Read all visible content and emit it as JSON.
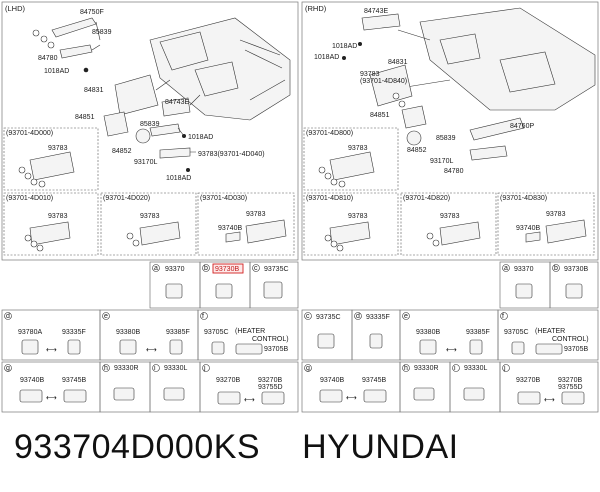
{
  "sections": {
    "left": "(LHD)",
    "right": "(RHD)"
  },
  "lhd": {
    "labels": [
      "84750F",
      "85839",
      "84780",
      "1018AD",
      "84831",
      "84743E",
      "84851",
      "85839",
      "1018AD",
      "84852",
      "93783(93701-4D040)",
      "93170L",
      "1018AD"
    ],
    "groups": [
      {
        "code": "(93701-4D000)",
        "part": "93783"
      },
      {
        "code": "(93701-4D010)",
        "part": "93783"
      },
      {
        "code": "(93701-4D020)",
        "part": "93783"
      },
      {
        "code": "(93701-4D030)",
        "part": "93783",
        "part2": "93740B"
      }
    ]
  },
  "rhd": {
    "labels": [
      "84743E",
      "1018AD",
      "1018AD",
      "84831",
      "93783",
      "(93701-4D840)",
      "84851",
      "85839",
      "84852",
      "84760P",
      "93170L",
      "84780"
    ],
    "groups": [
      {
        "code": "(93701-4D800)",
        "part": "93783"
      },
      {
        "code": "(93701-4D810)",
        "part": "93783"
      },
      {
        "code": "(93701-4D820)",
        "part": "93783"
      },
      {
        "code": "(93701-4D830)",
        "part": "93783",
        "part2": "93740B"
      }
    ]
  },
  "switch_tables": {
    "left": {
      "row1": [
        {
          "letter": "a",
          "part": "93370"
        },
        {
          "letter": "b",
          "part": "93730B",
          "highlighted": true
        },
        {
          "letter": "c",
          "part": "93735C"
        }
      ],
      "row2": [
        {
          "letter": "d",
          "parts": [
            "93780A",
            "93335F"
          ]
        },
        {
          "letter": "e",
          "parts": [
            "93380B",
            "93385F"
          ]
        },
        {
          "letter": "f",
          "parts": [
            "93705C",
            "(HEATER",
            "CONTROL)",
            "93705B"
          ]
        }
      ],
      "row3": [
        {
          "letter": "g",
          "parts": [
            "93740B",
            "93745B"
          ]
        },
        {
          "letter": "h",
          "parts": [
            "93330R"
          ]
        },
        {
          "letter": "i",
          "parts": [
            "93330L"
          ]
        },
        {
          "letter": "j",
          "parts": [
            "93270B",
            "93270B",
            "93755D"
          ]
        }
      ]
    },
    "right": {
      "row1": [
        {
          "letter": "a",
          "part": "93370"
        },
        {
          "letter": "b",
          "part": "93730B"
        }
      ],
      "row2": [
        {
          "letter": "c",
          "parts": [
            "93735C"
          ]
        },
        {
          "letter": "d",
          "parts": [
            "93335F"
          ]
        },
        {
          "letter": "e",
          "parts": [
            "93380B",
            "93385F"
          ]
        },
        {
          "letter": "f",
          "parts": [
            "93705C",
            "(HEATER",
            "CONTROL)",
            "93705B"
          ]
        }
      ],
      "row3": [
        {
          "letter": "g",
          "parts": [
            "93740B",
            "93745B"
          ]
        },
        {
          "letter": "h",
          "parts": [
            "93330R"
          ]
        },
        {
          "letter": "i",
          "parts": [
            "93330L"
          ]
        },
        {
          "letter": "j",
          "parts": [
            "93270B",
            "93270B",
            "93755D"
          ]
        }
      ]
    }
  },
  "footer": {
    "part_number": "933704D000KS",
    "brand": "HYUNDAI"
  }
}
